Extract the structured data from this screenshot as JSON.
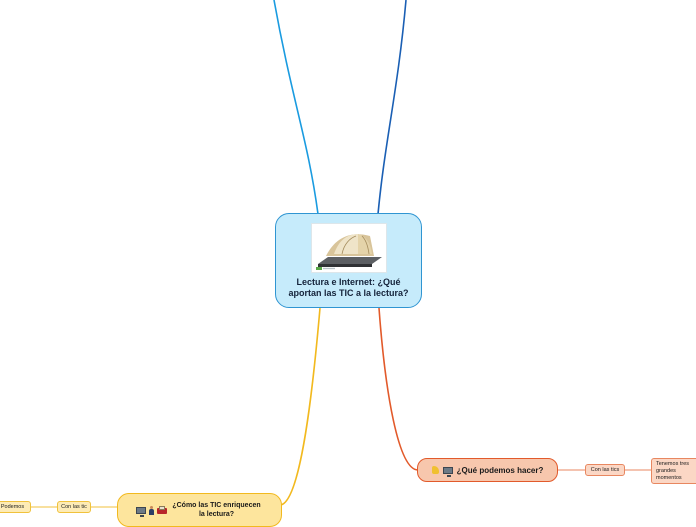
{
  "central": {
    "title": "Lectura e Internet: ¿Qué aportan las TIC a la lectura?",
    "image_icon": "book-on-laptop-icon"
  },
  "branches": {
    "podemos_hacer": {
      "title": "¿Qué podemos hacer?",
      "icons": [
        "thumbs-up-icon",
        "computer-icon"
      ],
      "color": "#e25a2b",
      "child": "Con las tics",
      "grandchild": "Tenemos tres grandes momentos"
    },
    "enriquecen": {
      "title": "¿Cómo las TIC enriquecen la lectura?",
      "icons": [
        "computer-icon",
        "person-icon",
        "book-icon"
      ],
      "color": "#f2b91e",
      "child": "Con las tic",
      "grandchild": "Podemos"
    }
  },
  "colors": {
    "central_fill": "#c6ebfb",
    "central_border": "#2f95d2",
    "top_left_branch": "#1a9be0",
    "top_right_branch": "#1a5fb4"
  }
}
